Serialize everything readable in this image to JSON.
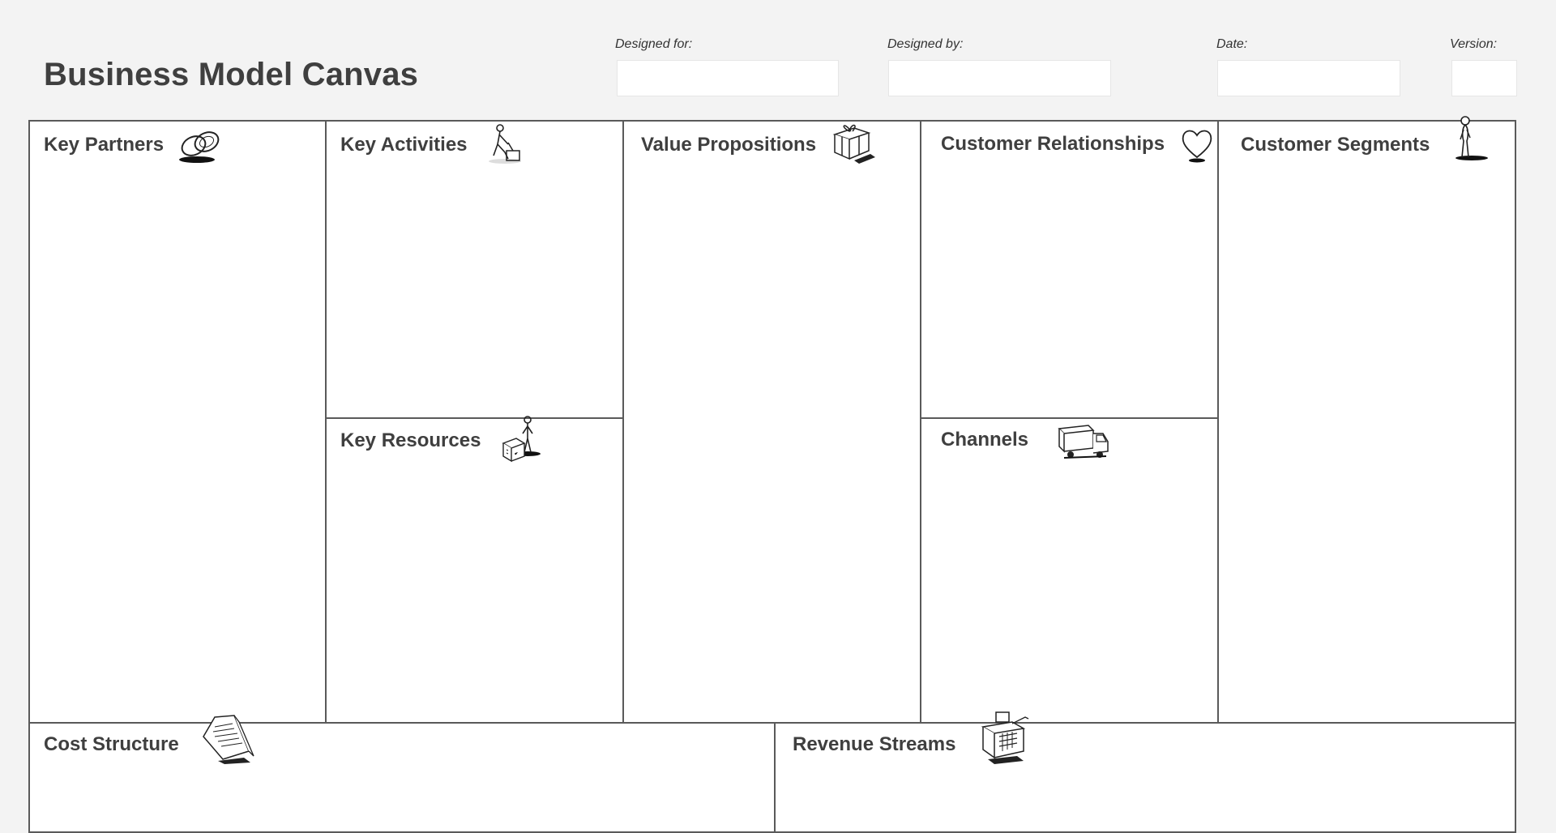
{
  "header": {
    "title": "Business Model Canvas",
    "designed_for_label": "Designed for:",
    "designed_for_value": "",
    "designed_by_label": "Designed by:",
    "designed_by_value": "",
    "date_label": "Date:",
    "date_value": "",
    "version_label": "Version:",
    "version_value": ""
  },
  "blocks": {
    "key_partners": {
      "label": "Key Partners",
      "icon": "chain-links-icon"
    },
    "key_activities": {
      "label": "Key Activities",
      "icon": "worker-icon"
    },
    "key_resources": {
      "label": "Key Resources",
      "icon": "worker-with-boxes-icon"
    },
    "value_propositions": {
      "label": "Value Propositions",
      "icon": "gift-icon"
    },
    "customer_relationships": {
      "label": "Customer Relationships",
      "icon": "heart-icon"
    },
    "channels": {
      "label": "Channels",
      "icon": "truck-icon"
    },
    "customer_segments": {
      "label": "Customer Segments",
      "icon": "person-icon"
    },
    "cost_structure": {
      "label": "Cost Structure",
      "icon": "price-tag-icon"
    },
    "revenue_streams": {
      "label": "Revenue Streams",
      "icon": "cash-register-icon"
    }
  },
  "colors": {
    "background": "#f3f3f3",
    "canvas": "#ffffff",
    "border": "#5a5a5a",
    "text": "#3f3f3f"
  }
}
